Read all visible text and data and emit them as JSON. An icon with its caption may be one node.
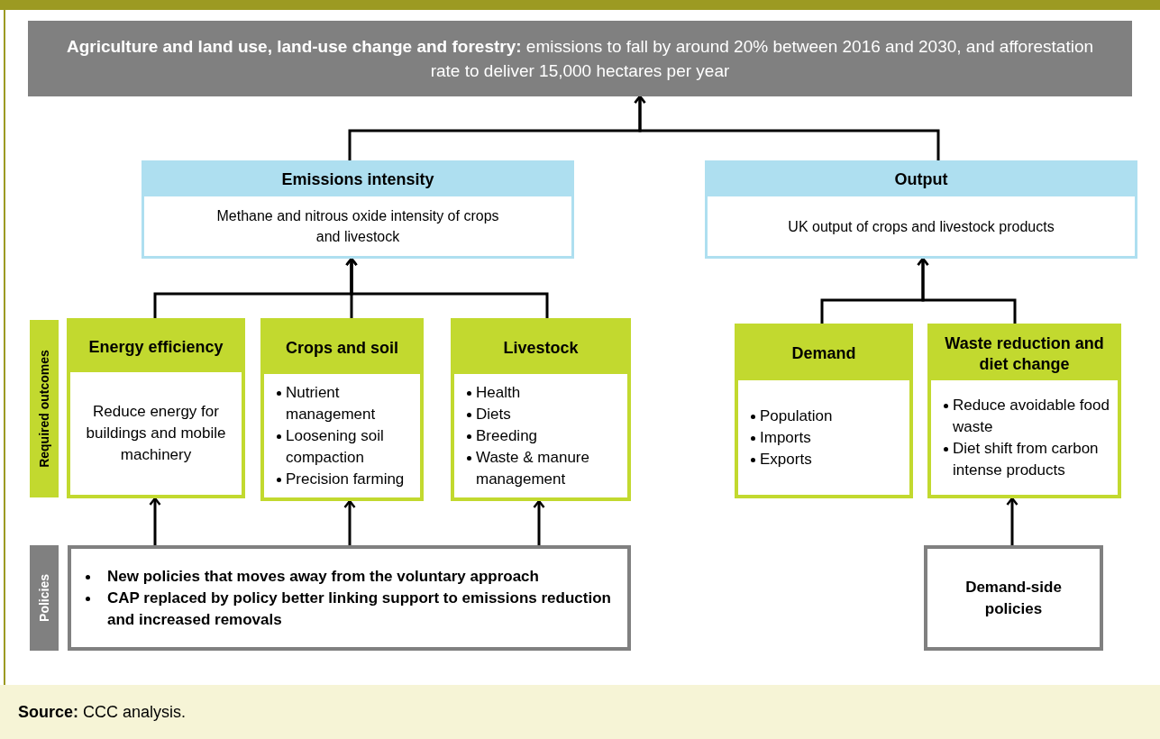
{
  "diagram": {
    "caption": "**Source:** CCC analysis.",
    "nodes": [
      {
        "text": [
          "**Agriculture and land use, land-use change and forestry:** emissions to fall by around 20% between 2016 and 2030, and afforestation rate to deliver 15,000 hectares per year"
        ]
      },
      {
        "text": [
          "Emissions intensity",
          "Methane and nitrous oxide intensity of crops and livestock"
        ]
      },
      {
        "text": [
          "Output",
          "UK output of crops and livestock products"
        ]
      },
      {
        "text": [
          "Required outcomes"
        ]
      },
      {
        "text": [
          "Energy efficiency",
          "Reduce energy for buildings and mobile machinery"
        ]
      },
      {
        "text": [
          "Crops and soil",
          "Nutrient management",
          "Loosening soil compaction",
          "Precision farming"
        ]
      },
      {
        "text": [
          "Livestock",
          "Health",
          "Diets",
          "Breeding",
          "Waste & manure management"
        ]
      },
      {
        "text": [
          "Demand",
          "Population",
          "Imports",
          "Exports"
        ]
      },
      {
        "text": [
          "Waste reduction and diet change",
          "Reduce avoidable food waste",
          "Diet shift from carbon intense products"
        ]
      },
      {
        "text": [
          "Policies"
        ]
      },
      {
        "text": [
          "New policies that moves away from the voluntary approach",
          "CAP replaced by policy better linking support to emissions reduction and increased removals"
        ]
      },
      {
        "text": [
          "Demand-side policies"
        ]
      }
    ],
    "edges": [
      {
        "from": 1,
        "to": 0,
        "arrow": "to"
      },
      {
        "from": 2,
        "to": 0,
        "arrow": "to"
      },
      {
        "from": 4,
        "to": 1,
        "arrow": "to"
      },
      {
        "from": 5,
        "to": 1,
        "arrow": "to"
      },
      {
        "from": 6,
        "to": 1,
        "arrow": "to"
      },
      {
        "from": 7,
        "to": 2,
        "arrow": "to"
      },
      {
        "from": 8,
        "to": 2,
        "arrow": "to"
      },
      {
        "from": 10,
        "to": 4,
        "arrow": "to"
      },
      {
        "from": 10,
        "to": 5,
        "arrow": "to"
      },
      {
        "from": 10,
        "to": 6,
        "arrow": "to"
      },
      {
        "from": 11,
        "to": 8,
        "arrow": "to"
      }
    ]
  }
}
